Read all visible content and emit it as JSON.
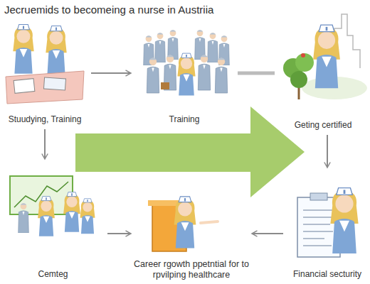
{
  "diagram": {
    "title": "Jecruemids to becomeing a nurse in Austriia",
    "nodes": [
      {
        "text": [
          "Stuudying, Training"
        ]
      },
      {
        "text": [
          "Training"
        ]
      },
      {
        "text": [
          "Geting certified"
        ]
      },
      {
        "text": [
          "Cemteg"
        ]
      },
      {
        "text": [
          "Career rgowth ppetntial for to rpvilping healthcare"
        ]
      },
      {
        "text": [
          "Financial secturity"
        ]
      }
    ],
    "edges": [
      {
        "from": 0,
        "to": 1,
        "arrow": "to"
      },
      {
        "from": 1,
        "to": 2,
        "arrow": "none"
      },
      {
        "from": 0,
        "to": 3,
        "arrow": "to"
      },
      {
        "from": 2,
        "to": 5,
        "arrow": "to"
      },
      {
        "from": 3,
        "to": 4,
        "arrow": "to"
      },
      {
        "from": 5,
        "to": 4,
        "arrow": "to"
      }
    ]
  }
}
